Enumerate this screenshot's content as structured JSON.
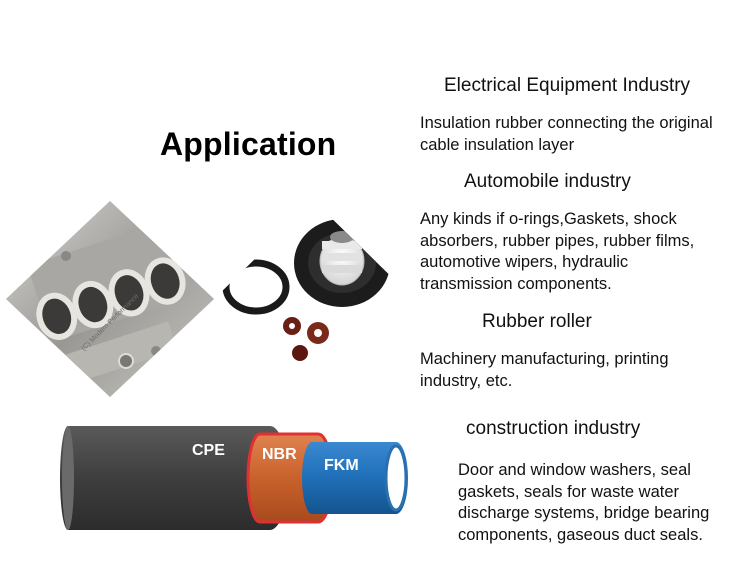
{
  "title": "Application",
  "sections": [
    {
      "heading": "Electrical Equipment Industry",
      "description_lines": [
        "Insulation rubber connecting the original",
        "cable insulation layer"
      ]
    },
    {
      "heading": "Automobile industry",
      "description_lines": [
        "Any kinds if o-rings,Gaskets, shock",
        "absorbers, rubber pipes, rubber films,",
        "automotive wipers, hydraulic",
        "transmission components."
      ]
    },
    {
      "heading": "Rubber roller",
      "description_lines": [
        "Machinery manufacturing, printing",
        "industry, etc."
      ]
    },
    {
      "heading": "construction industry",
      "description_lines": [
        "Door and window washers, seal",
        "gaskets, seals for waste water",
        "discharge systems, bridge bearing",
        "components, gaseous duct seals."
      ]
    }
  ],
  "images": {
    "left_photo": {
      "watermark": "(C) Modern Performance"
    },
    "right_photo": {}
  },
  "cable": {
    "layers": [
      "CPE",
      "NBR",
      "FKM"
    ],
    "colors": {
      "outer": "#4a4a4a",
      "middle": "#d2703a",
      "inner": "#1f6fb8",
      "edge": "#e03030"
    }
  }
}
